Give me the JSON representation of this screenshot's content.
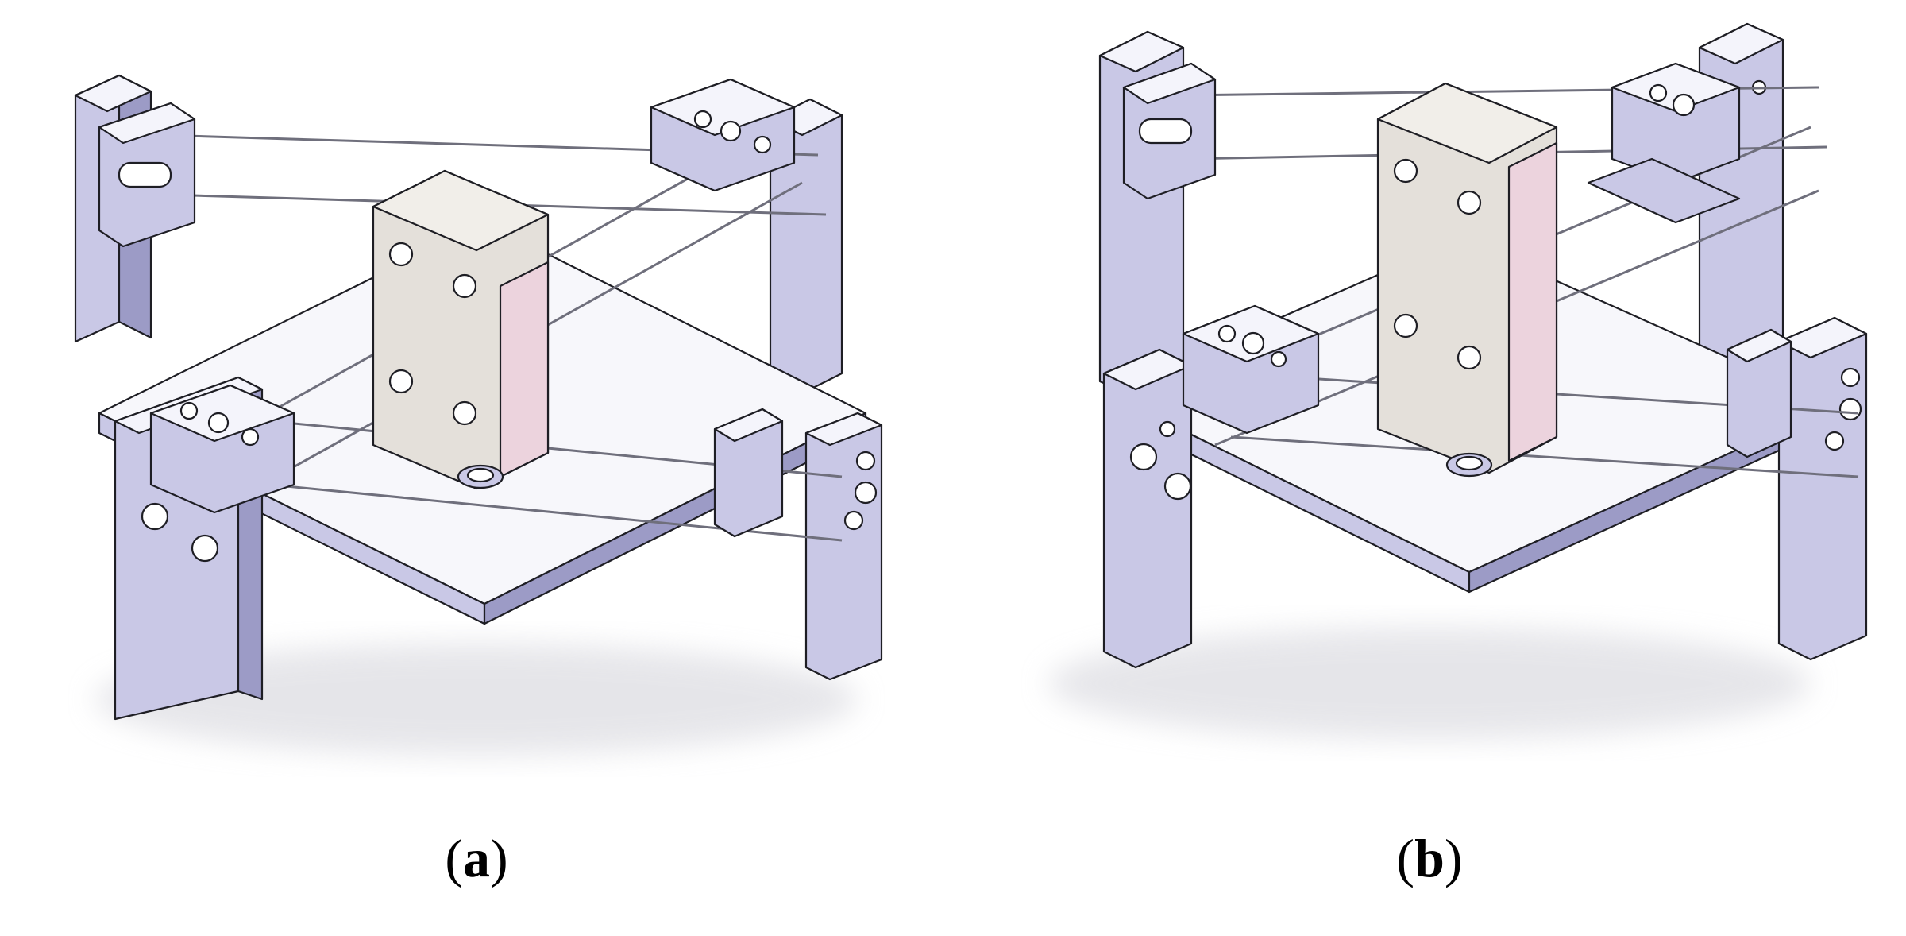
{
  "figure": {
    "panels": [
      {
        "id": "a",
        "caption_open": "(",
        "caption_letter": "a",
        "caption_close": ")"
      },
      {
        "id": "b",
        "caption_open": "(",
        "caption_letter": "b",
        "caption_close": ")"
      }
    ]
  },
  "colors": {
    "frame_face": "#c9c8e6",
    "frame_light": "#f4f4fb",
    "frame_dark": "#9c9bc6",
    "block_beige": "#e4e0da",
    "block_pink": "#ecd3dd",
    "wire": "#6f6f7c",
    "outline": "#1e1e24"
  }
}
